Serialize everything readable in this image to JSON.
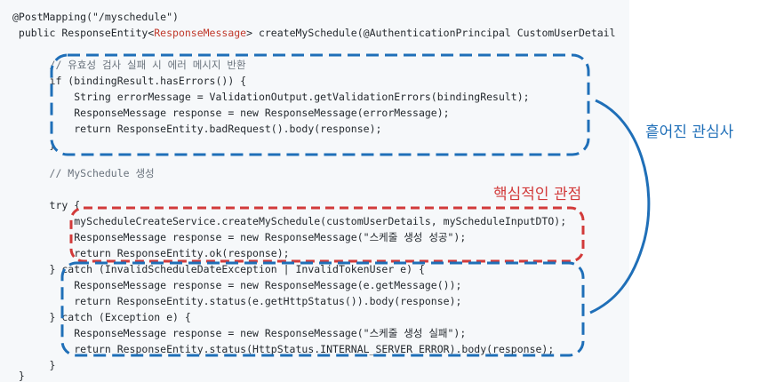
{
  "code": {
    "lines": [
      "@PostMapping(\"/myschedule\")",
      " public ResponseEntity<ResponseMessage> createMySchedule(@AuthenticationPrincipal CustomUserDetail",
      "",
      "      // 유효성 검사 실패 시 에러 메시지 반환",
      "      if (bindingResult.hasErrors()) {",
      "          String errorMessage = ValidationOutput.getValidationErrors(bindingResult);",
      "          ResponseMessage response = new ResponseMessage(errorMessage);",
      "          return ResponseEntity.badRequest().body(response);",
      "      }",
      "",
      "      // MySchedule 생성",
      "",
      "      try {",
      "          myScheduleCreateService.createMySchedule(customUserDetails, myScheduleInputDTO);",
      "          ResponseMessage response = new ResponseMessage(\"스케줄 생성 성공\");",
      "          return ResponseEntity.ok(response);",
      "      } catch (InvalidScheduleDateException | InvalidTokenUser e) {",
      "          ResponseMessage response = new ResponseMessage(e.getMessage());",
      "          return ResponseEntity.status(e.getHttpStatus()).body(response);",
      "      } catch (Exception e) {",
      "          ResponseMessage response = new ResponseMessage(\"스케줄 생성 실패\");",
      "          return ResponseEntity.status(HttpStatus.INTERNAL_SERVER_ERROR).body(response);",
      "      }",
      " }"
    ],
    "generic_highlight": "ResponseMessage"
  },
  "annotations": {
    "scattered_concerns_label": "흩어진 관심사",
    "core_concern_label": "핵심적인 관점"
  },
  "colors": {
    "blue_annotation": "#1f6fb8",
    "red_annotation": "#d23a3a",
    "code_background": "#f6f8fa"
  }
}
